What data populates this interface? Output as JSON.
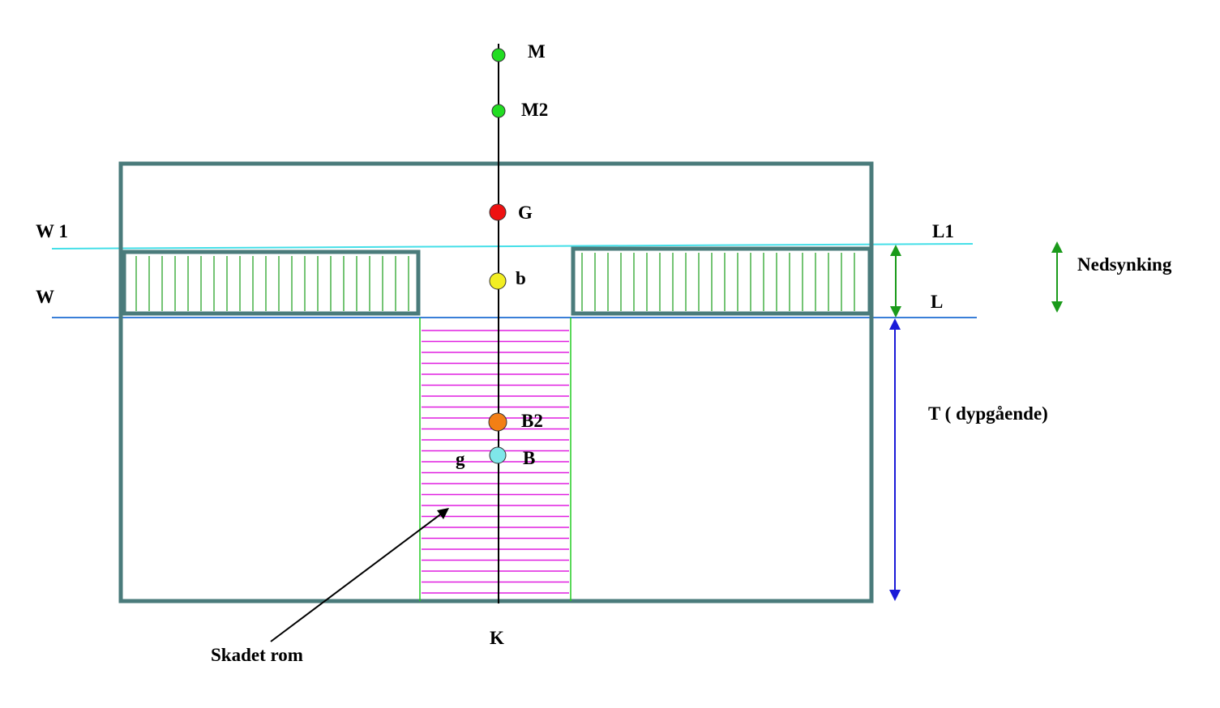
{
  "labels": {
    "M": "M",
    "M2": "M2",
    "G": "G",
    "b": "b",
    "B2": "B2",
    "B": "B",
    "g": "g",
    "K": "K",
    "W1": "W 1",
    "W": "W",
    "L1": "L1",
    "L": "L",
    "nedsynking": "Nedsynking",
    "draught": "T ( dypgående)",
    "damaged": "Skadet rom"
  },
  "colors": {
    "hull": "#4a7b7b",
    "waterline_new": "#44dfe8",
    "waterline_orig": "#3a7fd8",
    "tank_hatch": "#2aa52a",
    "flood_hatch": "#e01ee0",
    "green_arrow": "#1a9a1a",
    "blue_arrow": "#1a1ad8",
    "point_M": "#22dd22",
    "point_M2": "#22dd22",
    "point_G": "#ee1111",
    "point_b": "#f2ee22",
    "point_B2": "#f27f15",
    "point_B": "#7fe7ea"
  }
}
